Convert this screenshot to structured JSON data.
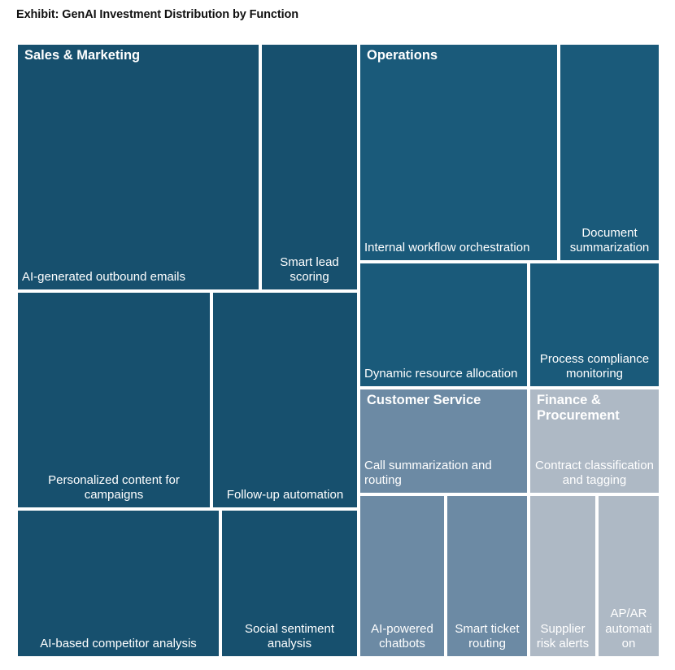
{
  "title": "Exhibit: GenAI Investment Distribution by Function",
  "colors": {
    "sales_marketing": "#17506e",
    "operations": "#1a5a7a",
    "customer_service": "#6c8aa4",
    "finance_procurement": "#aeb9c5",
    "background": "#ffffff",
    "border": "#ffffff",
    "title_text": "#111111",
    "label_text": "#ffffff"
  },
  "groups": {
    "sales_marketing": {
      "label": "Sales & Marketing"
    },
    "operations": {
      "label": "Operations"
    },
    "customer_service": {
      "label": "Customer Service"
    },
    "finance_procurement": {
      "label": "Finance &\nProcurement"
    }
  },
  "leaves": {
    "ai_generated_outbound_emails": "AI-generated outbound emails",
    "smart_lead_scoring": "Smart lead scoring",
    "personalized_content_for_campaigns": "Personalized content for campaigns",
    "follow_up_automation": "Follow-up automation",
    "ai_based_competitor_analysis": "AI-based competitor analysis",
    "social_sentiment_analysis": "Social sentiment analysis",
    "internal_workflow_orchestration": "Internal workflow orchestration",
    "document_summarization": "Document summarization",
    "dynamic_resource_allocation": "Dynamic resource allocation",
    "process_compliance_monitoring": "Process compliance monitoring",
    "call_summarization_and_routing": "Call summarization and routing",
    "ai_powered_chatbots": "AI-powered chatbots",
    "smart_ticket_routing": "Smart ticket routing",
    "contract_classification_and_tagging": "Contract classification and tagging",
    "supplier_risk_alerts": "Supplier risk alerts",
    "ap_ar_automation": "AP/AR automation"
  },
  "chart_data": {
    "type": "treemap",
    "title": "Exhibit: GenAI Investment Distribution by Function",
    "xlabel": "",
    "ylabel": "",
    "legend": "none",
    "grid": false,
    "groups": [
      {
        "name": "Sales & Marketing",
        "color": "#17506e",
        "value": 41.5,
        "children": [
          {
            "name": "AI-generated outbound emails",
            "value": 12.6
          },
          {
            "name": "Smart lead scoring",
            "value": 5.0
          },
          {
            "name": "Personalized content for campaigns",
            "value": 9.5
          },
          {
            "name": "Follow-up automation",
            "value": 7.5
          },
          {
            "name": "AI-based competitor analysis",
            "value": 4.2
          },
          {
            "name": "Social sentiment analysis",
            "value": 2.7
          }
        ]
      },
      {
        "name": "Operations",
        "color": "#1a5a7a",
        "value": 28.0,
        "children": [
          {
            "name": "Internal workflow orchestration",
            "value": 10.0
          },
          {
            "name": "Document summarization",
            "value": 5.3
          },
          {
            "name": "Dynamic resource allocation",
            "value": 6.0
          },
          {
            "name": "Process compliance monitoring",
            "value": 4.0
          }
        ]
      },
      {
        "name": "Customer Service",
        "color": "#6c8aa4",
        "value": 17.0,
        "children": [
          {
            "name": "Call summarization and routing",
            "value": 7.0
          },
          {
            "name": "AI-powered chatbots",
            "value": 5.0
          },
          {
            "name": "Smart ticket routing",
            "value": 5.0
          }
        ]
      },
      {
        "name": "Finance & Procurement",
        "color": "#aeb9c5",
        "value": 13.5,
        "children": [
          {
            "name": "Contract classification and tagging",
            "value": 5.5
          },
          {
            "name": "Supplier risk alerts",
            "value": 4.0
          },
          {
            "name": "AP/AR automation",
            "value": 4.0
          }
        ]
      }
    ]
  }
}
